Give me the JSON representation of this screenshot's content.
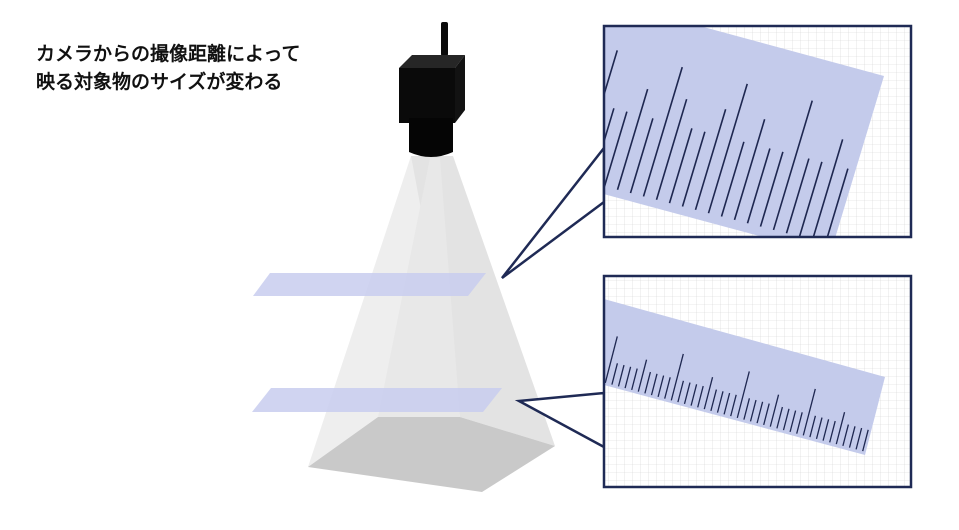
{
  "caption": {
    "line1": "カメラからの撮像距離によって",
    "line2": "映る対象物のサイズが変わる"
  },
  "scene": {
    "colors": {
      "ruler": "#c4cbeb",
      "ruler_tick": "#1e2750",
      "frame": "#1f2a55",
      "grid": "#d2d2d2",
      "cone_light": "#eeeeee",
      "cone_mid": "#e2e2e2",
      "cone_dark": "#c8c8c8",
      "camera": "#0a0a0a",
      "plate": "#c8cdee"
    },
    "near_view": {
      "tick_count": 20,
      "major_every": 5
    },
    "far_view": {
      "tick_count": 40,
      "major_every": 10
    }
  }
}
